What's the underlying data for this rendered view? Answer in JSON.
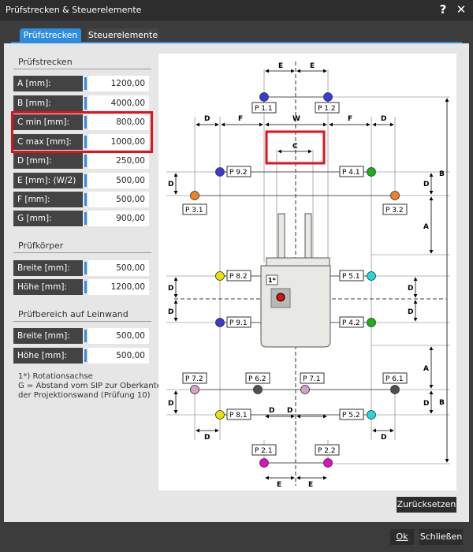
{
  "window": {
    "title": "Prüfstrecken & Steuerelemente",
    "help": "?",
    "close": "✕"
  },
  "tabs": [
    {
      "label": "Prüfstrecken"
    },
    {
      "label": "Steuerelemente"
    }
  ],
  "section_pruefstrecken": {
    "title": "Prüfstrecken",
    "rows": [
      {
        "label": "A [mm]:",
        "value": "1200,00"
      },
      {
        "label": "B [mm]:",
        "value": "4000,00"
      },
      {
        "label": "C min [mm]:",
        "value": "800,00"
      },
      {
        "label": "C max [mm]:",
        "value": "1000,00"
      },
      {
        "label": "D [mm]:",
        "value": "250,00"
      },
      {
        "label": "E [mm]: (W/2) +",
        "value": "500,00"
      },
      {
        "label": "F [mm]:",
        "value": "500,00"
      },
      {
        "label": "G [mm]:",
        "value": "900,00"
      }
    ]
  },
  "section_pruefkoerper": {
    "title": "Prüfkörper",
    "rows": [
      {
        "label": "Breite [mm]:",
        "value": "500,00"
      },
      {
        "label": "Höhe [mm]:",
        "value": "1200,00"
      }
    ]
  },
  "section_leinwand": {
    "title": "Prüfbereich auf Leinwand",
    "rows": [
      {
        "label": "Breite [mm]:",
        "value": "500,00"
      },
      {
        "label": "Höhe [mm]:",
        "value": "500,00"
      }
    ]
  },
  "note": {
    "line1": "1*) Rotationsachse",
    "line2": "G = Abstand vom SIP zur Oberkante",
    "line3": "der Projektionswand (Prüfung 10)"
  },
  "diagram": {
    "labels": {
      "P11": "P 1.1",
      "P12": "P 1.2",
      "P92": "P 9.2",
      "P41": "P 4.1",
      "P31": "P 3.1",
      "P32": "P 3.2",
      "P82": "P 8.2",
      "P51": "P 5.1",
      "P91": "P 9.1",
      "P42": "P 4.2",
      "P72": "P 7.2",
      "P62": "P 6.2",
      "P71": "P 7.1",
      "P61": "P 6.1",
      "P81": "P 8.1",
      "P52": "P 5.2",
      "P21": "P 2.1",
      "P22": "P 2.2",
      "rot": "1*"
    },
    "dims": {
      "E": "E",
      "W": "W",
      "D": "D",
      "F": "F",
      "C": "C",
      "A": "A",
      "B": "B"
    },
    "colors": {
      "blue": "#3a3ad8",
      "green": "#16b416",
      "orange": "#f08020",
      "yellow": "#f0e000",
      "cyan": "#20d8e0",
      "pink": "#d8a0c8",
      "gray": "#505050",
      "magenta": "#e010c0",
      "red": "#e01010"
    }
  },
  "buttons": {
    "reset": "Zurücksetzen",
    "ok": "Ok",
    "close": "Schließen"
  }
}
